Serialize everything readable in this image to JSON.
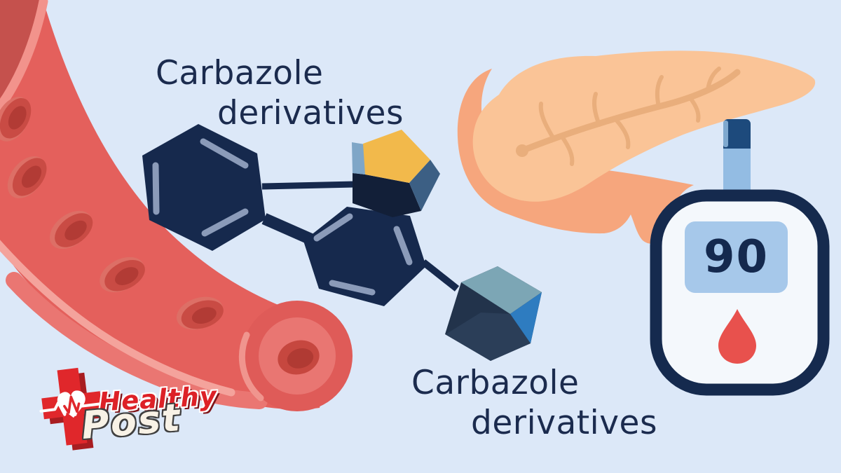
{
  "labels": {
    "top": {
      "line1": "Carbazole",
      "line2": "derivatives"
    },
    "bottom": {
      "line1": "Carbazole",
      "line2": "derivatives"
    }
  },
  "meter": {
    "reading": "90"
  },
  "logo": {
    "word1": "Healthy",
    "word2": "Post"
  },
  "illustrations": {
    "blood_vessel": "blood vessel with red blood cells",
    "molecule": "carbazole chemical structure",
    "pancreas": "pancreas organ",
    "glucose_meter": "blood glucose meter with test strip",
    "blood_drop": "blood drop",
    "logo_cross": "medical cross with heart and ECG line"
  },
  "palette": {
    "background": "#dce8f8",
    "label_text": "#1b2b4e",
    "molecule_navy": "#16294d",
    "bond_highlight": "#8b9bb9",
    "pyrrole_yellow": "#f2b94b",
    "pyrrole_steel": "#7fa6c7",
    "facet_teal": "#7ca6b5",
    "facet_blue": "#2e7cc0",
    "vessel_red": "#e4605c",
    "vessel_dark": "#c5514d",
    "vessel_lining": "#f2938c",
    "cell_red": "#c94b44",
    "pancreas_light": "#fac497",
    "pancreas_dark": "#f6a67d",
    "duct_tan": "#e9ae7c",
    "meter_outline": "#152a4e",
    "meter_body": "#f4f8fc",
    "screen_blue": "#a6c8ea",
    "strip_blue": "#93bce3",
    "strip_dark": "#1d4a7c",
    "drop_red": "#e8514d",
    "logo_red": "#e0272b",
    "logo_cream": "#f8f2e6"
  }
}
